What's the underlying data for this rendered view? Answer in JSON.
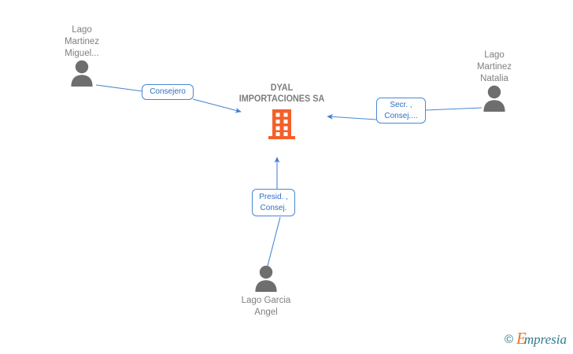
{
  "diagram": {
    "background_color": "#ffffff",
    "company": {
      "name": "DYAL\nIMPORTACIONES SA",
      "icon": "building-icon",
      "color": "#f4602a",
      "text_color": "#7d7d7d"
    },
    "persons": [
      {
        "id": "person-left",
        "name": "Lago\nMartinez\nMiguel...",
        "icon": "person-icon",
        "color": "#6e6e6e",
        "label_position": "above"
      },
      {
        "id": "person-right",
        "name": "Lago\nMartinez\nNatalia",
        "icon": "person-icon",
        "color": "#6e6e6e",
        "label_position": "above"
      },
      {
        "id": "person-bottom",
        "name": "Lago Garcia\nAngel",
        "icon": "person-icon",
        "color": "#6e6e6e",
        "label_position": "below"
      }
    ],
    "edges": [
      {
        "id": "edge-left",
        "from": "person-left",
        "to": "company",
        "label": "Consejero",
        "color": "#4a87d3",
        "direction": "to-company"
      },
      {
        "id": "edge-right",
        "from": "person-right",
        "to": "company",
        "label": "Secr. ,\nConsej....",
        "color": "#4a87d3",
        "direction": "to-company"
      },
      {
        "id": "edge-bottom",
        "from": "person-bottom",
        "to": "company",
        "label": "Presid. ,\nConsej.",
        "color": "#4a87d3",
        "direction": "to-company"
      }
    ],
    "watermark": {
      "copyright": "©",
      "brand_initial": "E",
      "brand_rest": "mpresia",
      "initial_color": "#ef7622",
      "text_color": "#2c7a8c"
    }
  }
}
